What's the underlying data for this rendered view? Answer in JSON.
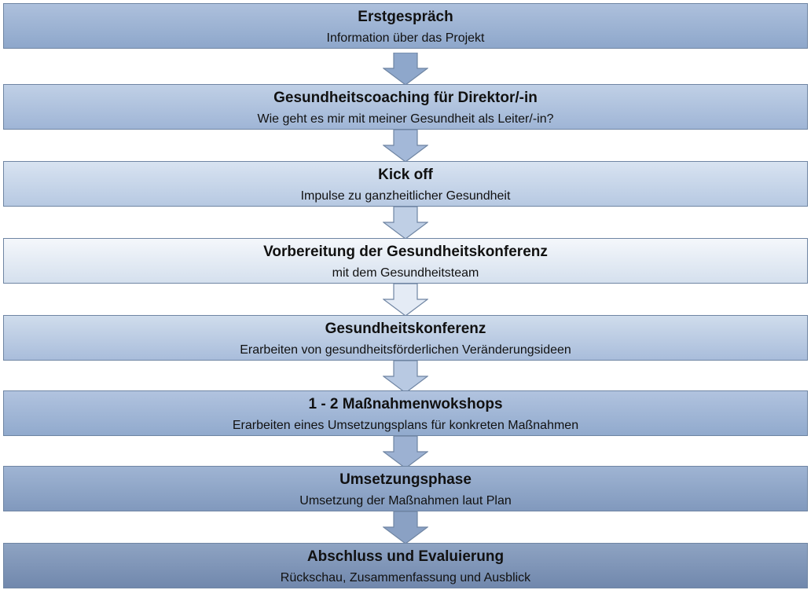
{
  "steps": [
    {
      "title": "Erstgespräch",
      "subtitle": "Information über das Projekt"
    },
    {
      "title": "Gesundheitscoaching für Direktor/-in",
      "subtitle": "Wie geht es mir mit meiner Gesundheit als Leiter/-in?"
    },
    {
      "title": "Kick off",
      "subtitle": "Impulse zu ganzheitlicher Gesundheit"
    },
    {
      "title": "Vorbereitung der Gesundheitskonferenz",
      "subtitle": "mit dem Gesundheitsteam"
    },
    {
      "title": "Gesundheitskonferenz",
      "subtitle": "Erarbeiten von gesundheitsförderlichen Veränderungsideen"
    },
    {
      "title": "1 - 2 Maßnahmenwokshops",
      "subtitle": "Erarbeiten eines Umsetzungsplans für konkreten Maßnahmen"
    },
    {
      "title": "Umsetzungsphase",
      "subtitle": "Umsetzung der Maßnahmen laut Plan"
    },
    {
      "title": "Abschluss und Evaluierung",
      "subtitle": "Rückschau, Zusammenfassung und Ausblick"
    }
  ],
  "colors": {
    "box_gradients": [
      [
        "#adc0dc",
        "#8ea7cb"
      ],
      [
        "#c0d0e6",
        "#9fb5d6"
      ],
      [
        "#d8e3f1",
        "#b7c9e2"
      ],
      [
        "#f4f7fb",
        "#d5e0ee"
      ],
      [
        "#cfdcec",
        "#a9bddb"
      ],
      [
        "#b1c3df",
        "#91aacd"
      ],
      [
        "#9fb4d3",
        "#8199bd"
      ],
      [
        "#8ea3c2",
        "#7188ad"
      ]
    ],
    "arrow_fills": [
      "#8ea7cb",
      "#a3b8d8",
      "#bfcfe5",
      "#e4ebf5",
      "#b8c9e2",
      "#9cb1d2",
      "#8aa1c4"
    ],
    "border": "#6f85a3"
  }
}
